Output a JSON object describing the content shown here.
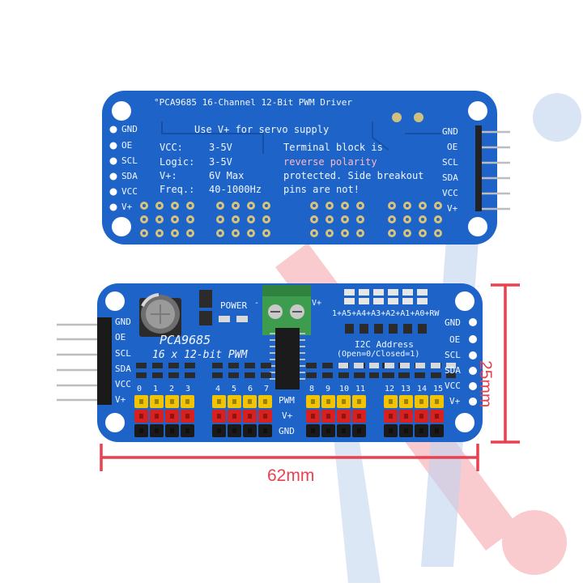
{
  "back_board": {
    "title": "°PCA9685 16-Channel 12-Bit PWM Driver",
    "note": "Use V+ for servo supply",
    "specs": [
      {
        "key": "VCC:",
        "value": "3-5V"
      },
      {
        "key": "Logic:",
        "value": "3-5V"
      },
      {
        "key": "V+:",
        "value": "6V Max"
      },
      {
        "key": "Freq.:",
        "value": "40-1000Hz"
      }
    ],
    "warning": [
      "Terminal block is",
      "reverse polarity",
      "protected. Side breakout",
      "pins are not!"
    ],
    "left_pins": [
      "GND",
      "OE",
      "SCL",
      "SDA",
      "VCC",
      "V+"
    ],
    "right_pins": [
      "GND",
      "OE",
      "SCL",
      "SDA",
      "VCC",
      "V+"
    ]
  },
  "front_board": {
    "chip_name": "PCA9685",
    "subtitle": "16 x 12-bit PWM",
    "power_label": "POWER",
    "address_bits": "1+A5+A4+A3+A2+A1+A0+RW",
    "i2c_title": "I2C Address",
    "i2c_note": "(Open=0/Closed=1)",
    "left_pins": [
      "GND",
      "OE",
      "SCL",
      "SDA",
      "VCC",
      "V+"
    ],
    "right_pins": [
      "GND",
      "OE",
      "SCL",
      "SDA",
      "VCC",
      "V+"
    ],
    "channels": [
      "0",
      "1",
      "2",
      "3",
      "4",
      "5",
      "6",
      "7",
      "8",
      "9",
      "10",
      "11",
      "12",
      "13",
      "14",
      "15"
    ],
    "rail_labels": [
      "PWM",
      "V+",
      "GND"
    ],
    "terminal_minus": "-",
    "terminal_plus": "V+"
  },
  "dimensions": {
    "width": "62mm",
    "height": "25mm",
    "color": "#e8414f"
  },
  "colors": {
    "pcb": "#1e64c8",
    "pcb_dark": "#174fa6",
    "header_yellow": "#f2c300",
    "header_red": "#d8201e",
    "header_black": "#1a1a1a",
    "terminal": "#3d9c4e"
  }
}
